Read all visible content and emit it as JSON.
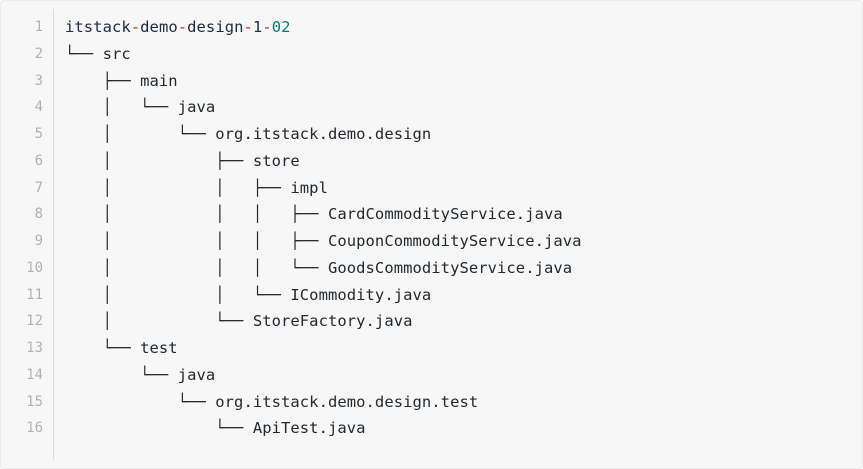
{
  "code_block": {
    "language": "plaintext",
    "background_color": "#f7f7f7",
    "text_color": "#24292e",
    "gutter_color": "#aeb2b8",
    "divider_color": "#dcdcdc",
    "line_count": 16,
    "tree_glyphs": {
      "branch": "├──",
      "last_branch": "└──",
      "vertical": "│"
    },
    "title_tokens": [
      {
        "text": "itstack",
        "kind": "ident"
      },
      {
        "text": "-",
        "kind": "operator"
      },
      {
        "text": "demo",
        "kind": "ident"
      },
      {
        "text": "-",
        "kind": "operator"
      },
      {
        "text": "design",
        "kind": "ident"
      },
      {
        "text": "-",
        "kind": "operator"
      },
      {
        "text": "1",
        "kind": "ident"
      },
      {
        "text": "-",
        "kind": "operator"
      },
      {
        "text": "02",
        "kind": "number"
      }
    ],
    "lines": [
      {
        "num": "1",
        "text": "itstack-demo-design-1-02"
      },
      {
        "num": "2",
        "text": "└── src"
      },
      {
        "num": "3",
        "text": "    ├── main"
      },
      {
        "num": "4",
        "text": "    │   └── java"
      },
      {
        "num": "5",
        "text": "    │       └── org.itstack.demo.design"
      },
      {
        "num": "6",
        "text": "    │           ├── store"
      },
      {
        "num": "7",
        "text": "    │           │   ├── impl"
      },
      {
        "num": "8",
        "text": "    │           │   │   ├── CardCommodityService.java"
      },
      {
        "num": "9",
        "text": "    │           │   │   ├── CouponCommodityService.java"
      },
      {
        "num": "10",
        "text": "    │           │   │   └── GoodsCommodityService.java"
      },
      {
        "num": "11",
        "text": "    │           │   └── ICommodity.java"
      },
      {
        "num": "12",
        "text": "    │           └── StoreFactory.java"
      },
      {
        "num": "13",
        "text": "    └── test"
      },
      {
        "num": "14",
        "text": "        └── java"
      },
      {
        "num": "15",
        "text": "            └── org.itstack.demo.design.test"
      },
      {
        "num": "16",
        "text": "                └── ApiTest.java"
      }
    ]
  }
}
